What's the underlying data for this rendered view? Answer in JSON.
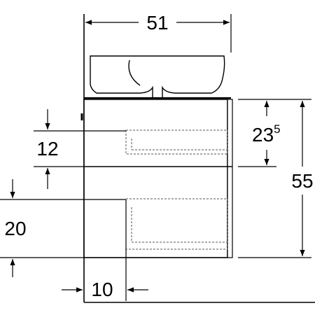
{
  "dimensions": {
    "width_top": "51",
    "height_total": "55",
    "height_upper_drawer": "23",
    "height_upper_drawer_sup": "5",
    "drawer_offset_upper": "12",
    "drawer_offset_lower": "20",
    "inset_bottom": "10"
  },
  "colors": {
    "line": "#000000",
    "hidden_line": "#555555",
    "background": "#ffffff"
  }
}
